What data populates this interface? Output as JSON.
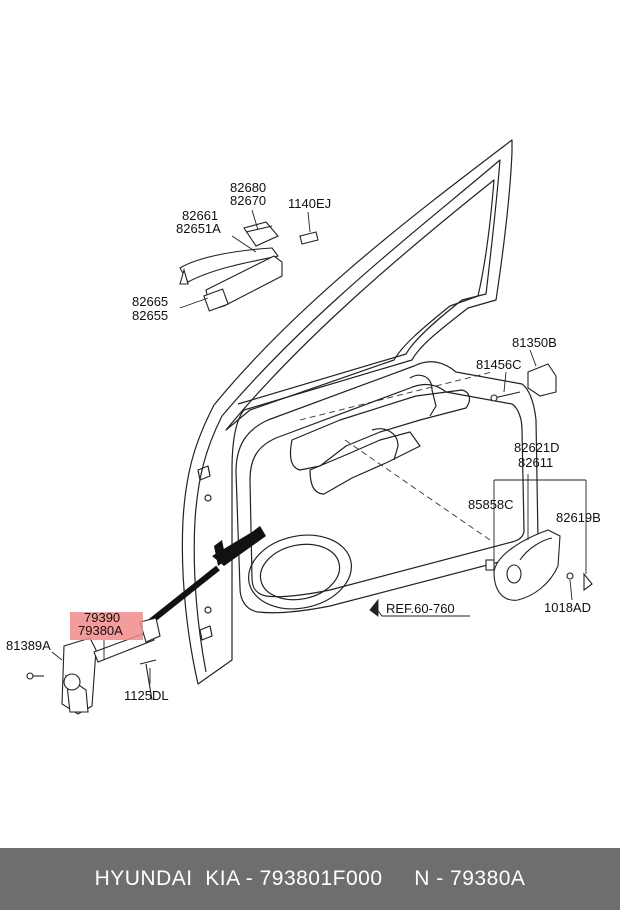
{
  "labels": {
    "p82680": "82680",
    "p82670": "82670",
    "p1140ej": "1140EJ",
    "p82661": "82661",
    "p82651a": "82651A",
    "p82665": "82665",
    "p82655": "82655",
    "p81350b": "81350B",
    "p81456c": "81456C",
    "p82621d": "82621D",
    "p82611": "82611",
    "p85858c": "85858C",
    "p82619b": "82619B",
    "p1018ad": "1018AD",
    "ref": "REF.60-760",
    "p79390": "79390",
    "p79380a": "79380A",
    "p81389a": "81389A",
    "p1125dl": "1125DL"
  },
  "highlight_color": "#f28b8b",
  "footer": {
    "text": "HYUNDAI  KIA - 793801F000     N - 79380A"
  }
}
